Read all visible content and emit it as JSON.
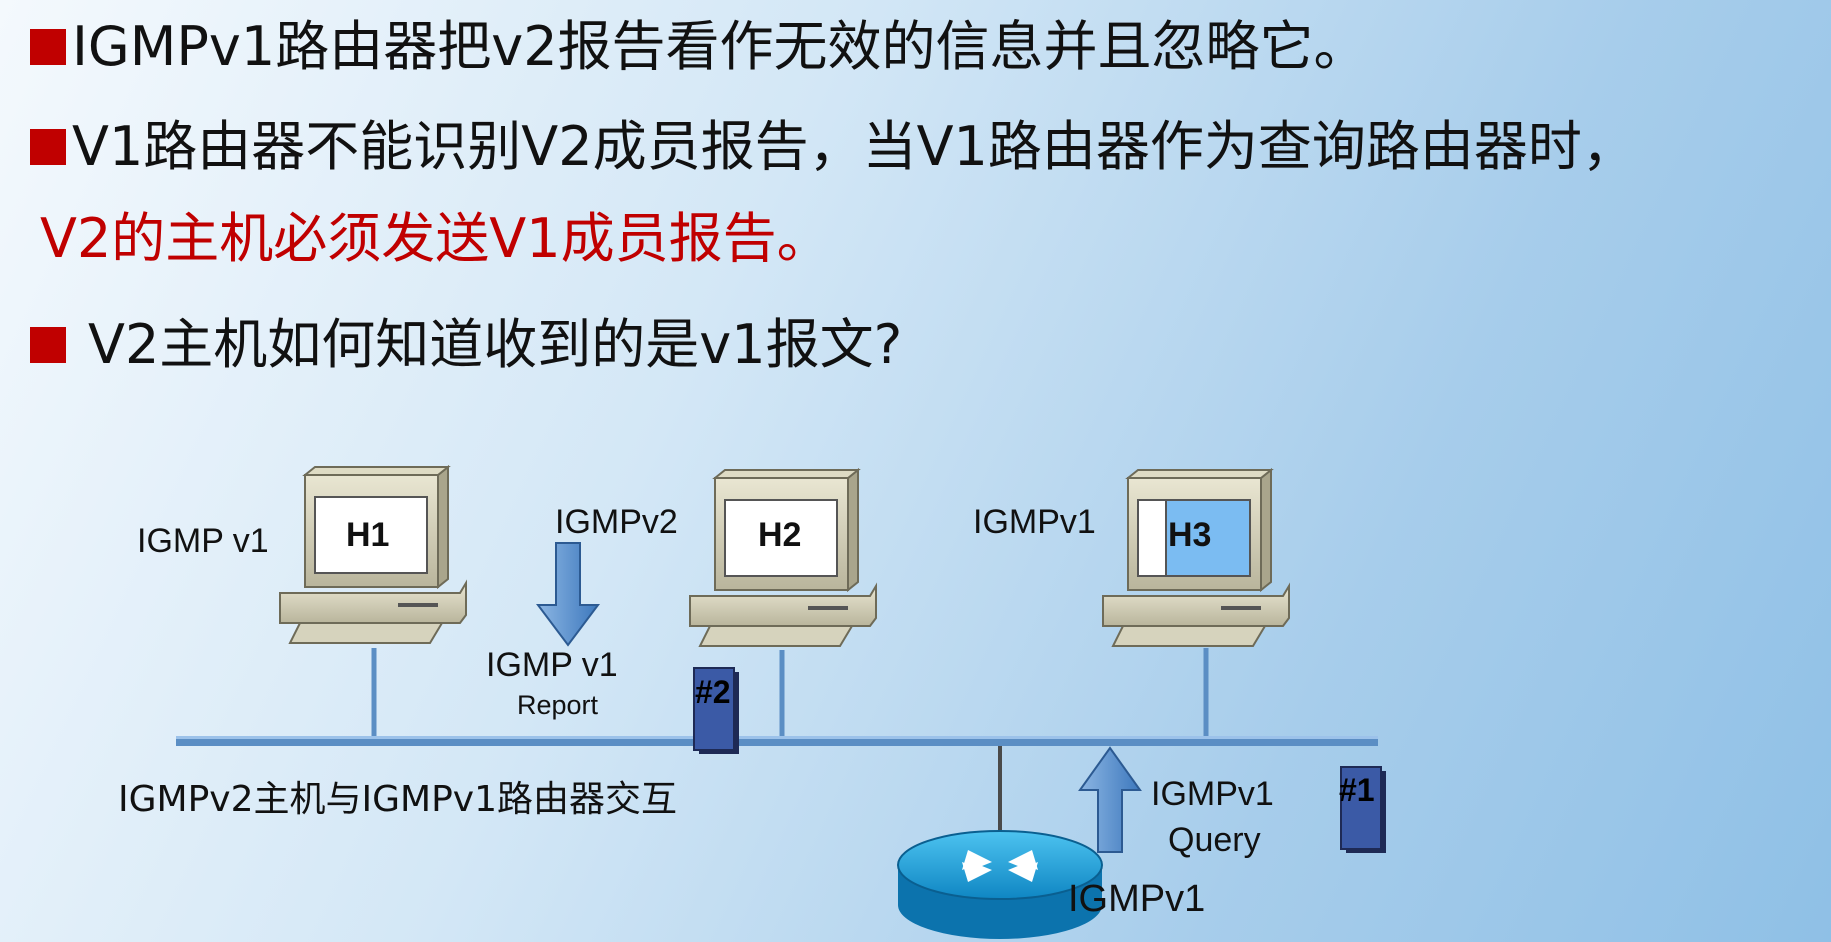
{
  "bullets": {
    "line1": "IGMPv1路由器把v2报告看作无效的信息并且忽略它。",
    "line2": "V1路由器不能识别V2成员报告，当V1路由器作为查询路由器时，",
    "line3": "V2的主机必须发送V1成员报告。",
    "line4": "V2主机如何知道收到的是v1报文?"
  },
  "diagram": {
    "h1_version": "IGMP v1",
    "h1_name": "H1",
    "h2_name": "H2",
    "h2_report_version": "IGMPv2",
    "h2_report_send_version": "IGMP v1",
    "h2_report_send_type": "Report",
    "h3_version": "IGMPv1",
    "h3_name": "H3",
    "marker2": "#2",
    "marker1": "#1",
    "caption": "IGMPv2主机与IGMPv1路由器交互",
    "query_version": "IGMPv1",
    "query_type": "Query",
    "router_version": "IGMPv1"
  },
  "colors": {
    "bullet_red": "#c00000",
    "network_line": "#5b8ec4",
    "arrow_blue": "#5a8fc8",
    "marker_blue": "#3b5aa6",
    "router_cyan": "#1aa5e0"
  }
}
